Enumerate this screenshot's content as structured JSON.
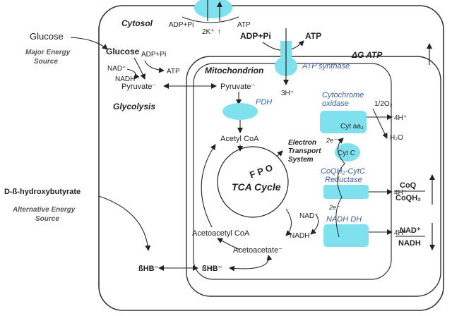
{
  "outside": {
    "glucose": "Glucose",
    "major_source": [
      "Major Energy",
      "Source"
    ],
    "bhb_full": "D-ß-hydroxybutyrate",
    "alt_source": [
      "Alternative Energy",
      "Source"
    ]
  },
  "cytosol": {
    "title": "Cytosol",
    "glucose": "Glucose",
    "adp_pi": "ADP+Pi",
    "atp": "ATP",
    "nad": "NAD⁺",
    "nadh": "NADH",
    "pyruvate": "Pyruvate⁻",
    "glycolysis": "Glycolysis",
    "bhb": "ßHB⁻"
  },
  "membrane_pump": {
    "adp_pi": "ADP+Pi",
    "atp": "ATP",
    "k": "2K⁺",
    "arrow": "↑"
  },
  "mito": {
    "title": "Mitochondrion",
    "pyruvate": "Pyruvate⁻",
    "pdh": "PDH",
    "acetyl_coa": "Acetyl CoA",
    "fpo": "F P O",
    "tca": "TCA Cycle",
    "acetoacetyl_coa": "Acetoacetyl CoA",
    "acetoacetate": "Acetoacetate⁻",
    "bhb": "ßHB⁻",
    "nad": "NAD⁺",
    "nadh": "NADH"
  },
  "atp_synthase": {
    "adp_pi": "ADP+Pi",
    "atp": "ATP",
    "label": "ATP synthase",
    "h": "3H⁺"
  },
  "etc": {
    "title": [
      "Electron",
      "Transport",
      "System"
    ],
    "cyt_oxidase": [
      "Cytochrome",
      "oxidase"
    ],
    "o2": "1/2O₂",
    "h4_top": "4H⁺",
    "cyt_aa3": "Cyt aa₃",
    "h2o": "H₂O",
    "e_top": "2e⁻",
    "cyt_c": "Cyt C",
    "reductase": [
      "CoQH₂-CytC",
      "Reductase"
    ],
    "h4_mid": "4H⁺",
    "e_mid": "2e⁻",
    "nadh_dh": "NADH DH",
    "h4_bot": "4H⁺"
  },
  "right": {
    "dg_atp": "ΔG ATP",
    "coq": "CoQ",
    "coqh2": "CoQH₂",
    "nad": "NAD⁺",
    "nadh": "NADH"
  }
}
